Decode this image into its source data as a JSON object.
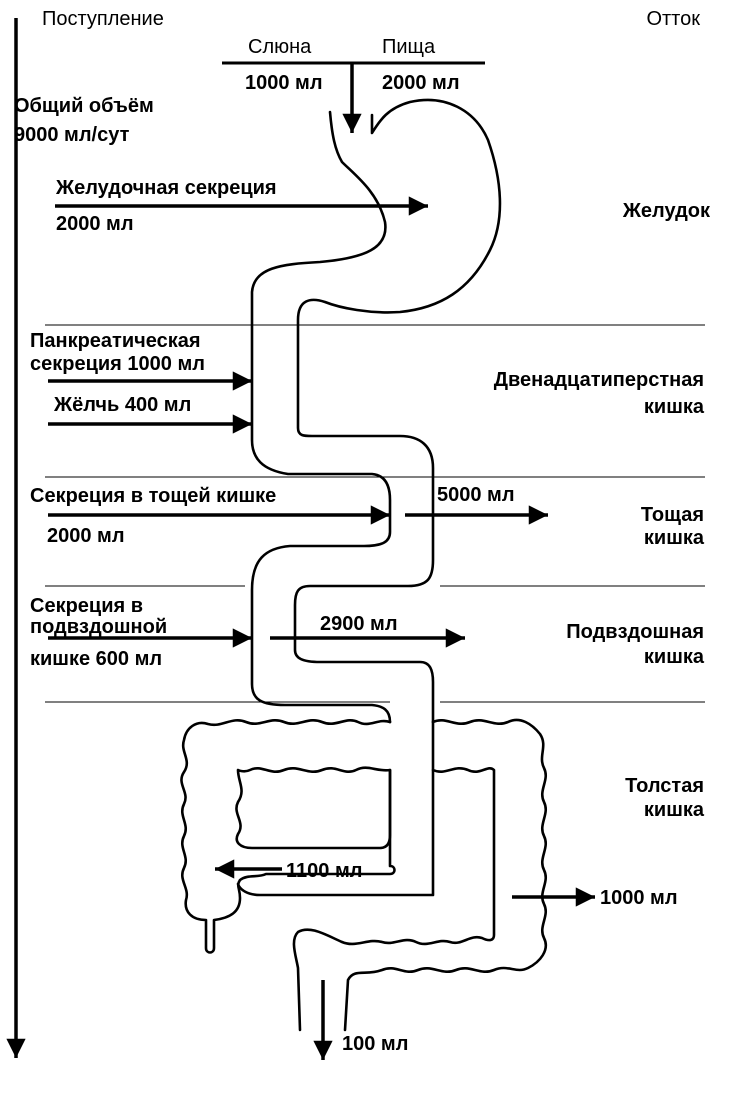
{
  "header": {
    "intake": "Поступление",
    "outflow": "Отток"
  },
  "inputs": {
    "saliva": "Слюна",
    "saliva_volume": "1000 мл",
    "food": "Пища",
    "food_volume": "2000 мл",
    "total_line1": "Общий  объём",
    "total_line2": "9000 мл/сут"
  },
  "secretions": {
    "gastric": "Желудочная  секреция",
    "gastric_volume": "2000 мл",
    "pancreatic_line1": "Панкреатическая",
    "pancreatic_line2": "секреция  1000 мл",
    "bile": "Жёлчь 400 мл",
    "jejunal": "Секреция  в  тощей  кишке",
    "jejunal_volume": "2000 мл",
    "ileal_line1": "Секреция  в",
    "ileal_line2": "подвздошной",
    "ileal_line3": "кишке  600 мл"
  },
  "segments": {
    "stomach": "Желудок",
    "duodenum_line1": "Двенадцатиперстная",
    "duodenum_line2": "кишка",
    "jejunum_line1": "Тощая",
    "jejunum_line2": "кишка",
    "ileum_line1": "Подвздошная",
    "ileum_line2": "кишка",
    "colon_line1": "Толстая",
    "colon_line2": "кишка"
  },
  "outflows": {
    "jejunum_absorption": "5000 мл",
    "ileum_absorption": "2900 мл",
    "colon_transit": "1100 мл",
    "colon_absorption": "1000 мл",
    "excretion": "100 мл"
  }
}
